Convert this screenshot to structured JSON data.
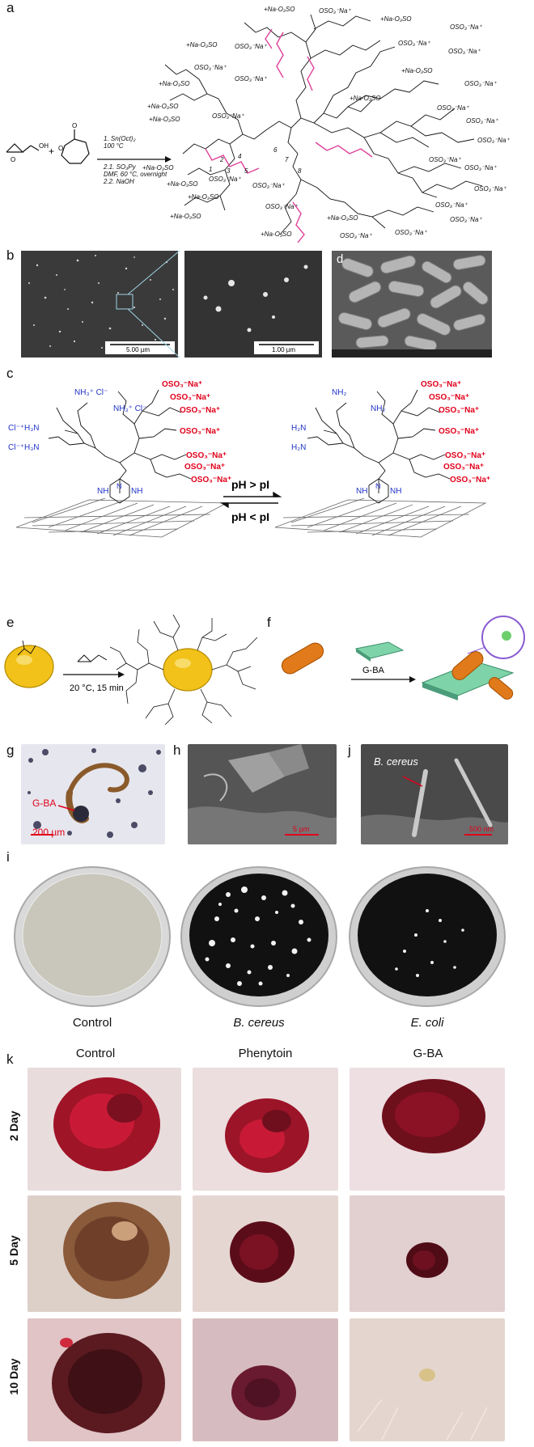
{
  "panels": {
    "a": "a",
    "b": "b",
    "c": "c",
    "d": "d",
    "e": "e",
    "f": "f",
    "g": "g",
    "h": "h",
    "i": "i",
    "j": "j",
    "k": "k"
  },
  "a": {
    "steps": [
      "1. Sn(Oct)₂",
      "100 °C",
      "2.1. SO₃Py",
      "DMF, 60 °C, overnight",
      "2.2. NaOH"
    ],
    "sulfate": "OSO₃⁻Na⁺",
    "sulfate_left": "+Na-O₃SO",
    "chain_numbers": [
      "1",
      "2",
      "3",
      "4",
      "5",
      "6",
      "7",
      "8"
    ]
  },
  "b": {
    "scale1": "5.00 µm",
    "scale2": "1.00 µm"
  },
  "c": {
    "amine_salt": "NH₃⁺ Cl⁻",
    "amine_salt_left": "Cl⁻⁺H₃N",
    "amine": "NH₂",
    "amine_left": "H₂N",
    "sulfate": "OSO₃⁻Na⁺",
    "triazine_nh": "NH",
    "triazine_n": "N",
    "forward": "pH > pI",
    "reverse": "pH < pI"
  },
  "e": {
    "condition": "20 °C, 15 min"
  },
  "f": {
    "arrow_label": "G-BA"
  },
  "g": {
    "label": "G-BA",
    "scale": "200 µm"
  },
  "h": {
    "scale": "5 µm"
  },
  "j": {
    "label": "B. cereus",
    "scale": "500 nm"
  },
  "i": {
    "captions": [
      "Control",
      "B. cereus",
      "E. coli"
    ]
  },
  "k": {
    "columns": [
      "Control",
      "Phenytoin",
      "G-BA"
    ],
    "rows": [
      "2 Day",
      "5 Day",
      "10 Day"
    ]
  },
  "colors": {
    "magenta": "#e0409a",
    "red": "#e0001b",
    "blue": "#2033c8",
    "petri_control": "#c9c7bb",
    "petri_dark": "#111111"
  }
}
